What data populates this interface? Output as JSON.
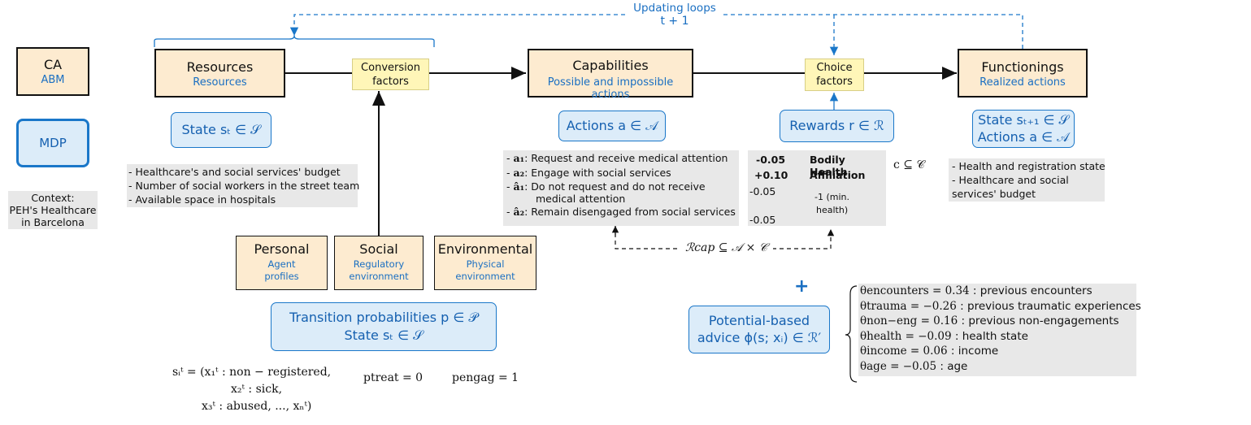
{
  "legend": {
    "ca": "CA",
    "abm": "ABM",
    "mdp": "MDP",
    "context": [
      "Context:",
      "PEH's Healthcare",
      "in Barcelona"
    ]
  },
  "loop": {
    "line1": "Updating loops",
    "line2": "t + 1"
  },
  "resources": {
    "title": "Resources",
    "subtitle": "Resources"
  },
  "conversion": {
    "line1": "Conversion",
    "line2": "factors"
  },
  "capabilities": {
    "title": "Capabilities",
    "subtitle": "Possible and impossible actions"
  },
  "choice": {
    "line1": "Choice",
    "line2": "factors"
  },
  "functionings": {
    "title": "Functionings",
    "subtitle": "Realized actions"
  },
  "state_box": "State sₜ ∈ 𝒮",
  "actions_box": "Actions a ∈ 𝒜",
  "rewards_box": "Rewards r ∈ ℛ",
  "next_state_box": {
    "line1": "State sₜ₊₁ ∈ 𝒮",
    "line2": "Actions a ∈ 𝒜"
  },
  "resource_list": [
    "- Healthcare's and social services' budget",
    "- Number of social workers in the street team",
    "- Available space in hospitals"
  ],
  "action_list": [
    {
      "sym": "a₁",
      "text": ": Request and receive medical attention"
    },
    {
      "sym": "a₂",
      "text": ": Engage with social services"
    },
    {
      "sym": "â₁",
      "text": ": Do not request and do not receive"
    },
    {
      "sym": "",
      "text": "medical attention"
    },
    {
      "sym": "â₂",
      "text": ": Remain disengaged from social services"
    }
  ],
  "reward_table": {
    "row1_value": "-0.05",
    "row1_label": "Bodily Health",
    "row2_value": "+0.10",
    "row2_label": "Affiliation",
    "row3_value": "-0.05",
    "row3_label": "-1 (min.",
    "row3b_label": "health)",
    "row4_value": "-0.05"
  },
  "c_subset": "c ⊆ 𝒞",
  "functioning_list": [
    "- Health and registration state",
    "- Healthcare and social",
    "services' budget"
  ],
  "rcap": "ℛcap ⊆ 𝒜 × 𝒞",
  "personal": {
    "title": "Personal",
    "line1": "Agent",
    "line2": "profiles"
  },
  "social": {
    "title": "Social",
    "line1": "Regulatory",
    "line2": "environment"
  },
  "environmental": {
    "title": "Environmental",
    "line1": "Physical",
    "line2": "environment"
  },
  "transition_box": {
    "line1": "Transition probabilities p ∈ 𝒫",
    "line2": "State sₜ ∈ 𝒮"
  },
  "state_formula": {
    "line1": "sᵢᵗ = (x₁ᵗ : non − registered,",
    "line2": "x₂ᵗ : sick,",
    "line3": "x₃ᵗ : abused, ..., xₙᵗ)"
  },
  "p_treat": "ptreat = 0",
  "p_engag": "pengag = 1",
  "plus": "+",
  "advice_box": {
    "line1": "Potential-based",
    "line2": "advice ϕ(s; xᵢ) ∈ ℛ′"
  },
  "theta_list": [
    {
      "formula": "θencounters = 0.34",
      "label": " : previous encounters"
    },
    {
      "formula": "θtrauma = −0.26",
      "label": " : previous traumatic experiences"
    },
    {
      "formula": "θnon−eng = 0.16",
      "label": " : previous non-engagements"
    },
    {
      "formula": "θhealth = −0.09",
      "label": " : health state"
    },
    {
      "formula": "θincome = 0.06",
      "label": " : income"
    },
    {
      "formula": "θage = −0.05",
      "label": " : age"
    }
  ],
  "colors": {
    "accent_blue": "#1a77c9",
    "box_fill": "#fdebd0",
    "factor_fill": "#fff6b8",
    "blue_fill": "#dcecf9",
    "gray_fill": "#e8e8e8"
  }
}
